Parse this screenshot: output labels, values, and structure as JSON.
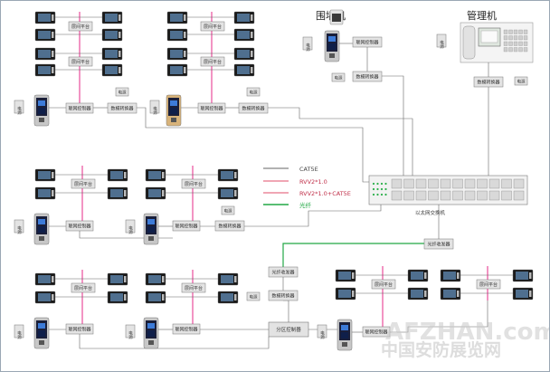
{
  "labels": {
    "weiqiangji": "围墙机",
    "guanliji": "管理机",
    "switch": "以太网交换机",
    "district_ctrl": "分区控制器"
  },
  "boxes": {
    "layer_platform": "层间平台",
    "net_ctrl": "联网控制器",
    "data_conv": "数模转换器",
    "power": "电源",
    "fiber_conv": "光纤收发器"
  },
  "legend": [
    {
      "text": "CAT5E",
      "color": "#666666"
    },
    {
      "text": "RVV2*1.0",
      "color": "#e04d6a"
    },
    {
      "text": "RVV2*1.0+CAT5E",
      "color": "#e04d6a"
    },
    {
      "text": "光纤",
      "color": "#22a845"
    }
  ],
  "colors": {
    "cat5e": "#666666",
    "rvv": "#e2127a",
    "fiber": "#22a845",
    "box_fill": "#e3e3e3",
    "box_stroke": "#777777"
  },
  "watermark": {
    "brand": "AFZHAN.com",
    "cn": "中国安防展览网"
  }
}
